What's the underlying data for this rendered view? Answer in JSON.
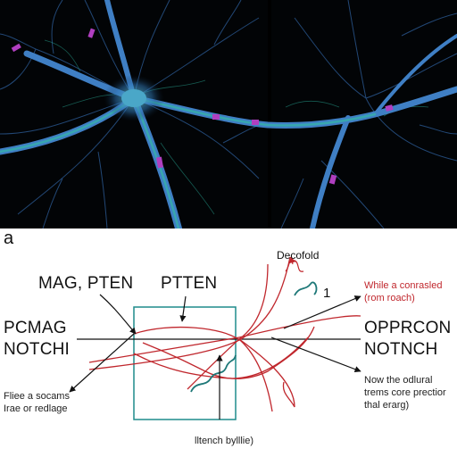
{
  "panel_label": "a",
  "labels": {
    "mag_pten": "MAG, PTEN",
    "ptten": "PTTEN",
    "pcmag": "PCMAG",
    "notchi": "NOTCHI",
    "opprcon": "OPPRCON",
    "notnch": "NOTNCH",
    "decofold": "Decofold",
    "marker_1": "1",
    "while_controlled": "While a conrasled\n(rom roach)",
    "fliee": "Fliee a socams\nIrae or redlage",
    "now_odlural": "Now the odlural\ntrems core prectior\nthal erarg)",
    "lltench": "lltench bylllie)"
  },
  "colors": {
    "background_top": "#020406",
    "neuron_blue": "#3f7fc4",
    "neuron_cyan": "#2fb3a8",
    "marker_magenta": "#b03fc0",
    "curve_red": "#c0272d",
    "box_teal": "#1e8c8c",
    "squiggle_teal": "#1e7878",
    "line_black": "#111111"
  }
}
